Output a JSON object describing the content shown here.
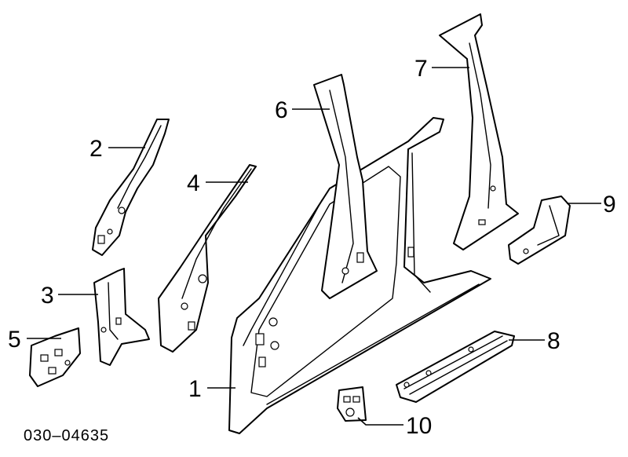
{
  "diagram": {
    "reference_code": "030–04635",
    "callouts": [
      {
        "id": "1",
        "label": "1"
      },
      {
        "id": "2",
        "label": "2"
      },
      {
        "id": "3",
        "label": "3"
      },
      {
        "id": "4",
        "label": "4"
      },
      {
        "id": "5",
        "label": "5"
      },
      {
        "id": "6",
        "label": "6"
      },
      {
        "id": "7",
        "label": "7"
      },
      {
        "id": "8",
        "label": "8"
      },
      {
        "id": "9",
        "label": "9"
      },
      {
        "id": "10",
        "label": "10"
      }
    ]
  }
}
